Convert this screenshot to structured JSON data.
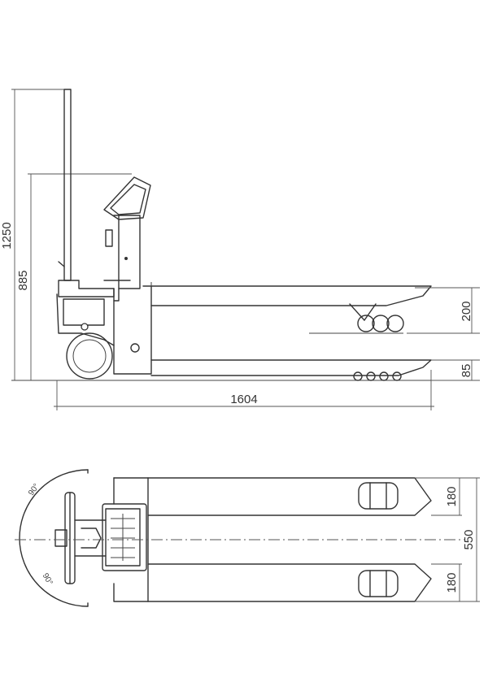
{
  "side_view": {
    "dimensions": {
      "overall_height": "1250",
      "handle_height": "885",
      "fork_lift_height": "200",
      "fork_low_height": "85",
      "overall_length": "1604"
    }
  },
  "top_view": {
    "dimensions": {
      "fork_width_upper": "180",
      "fork_width_lower": "180",
      "overall_width": "550"
    },
    "angles": {
      "upper": "90°",
      "lower": "90°"
    }
  },
  "colors": {
    "line": "#333333",
    "background": "#ffffff"
  }
}
